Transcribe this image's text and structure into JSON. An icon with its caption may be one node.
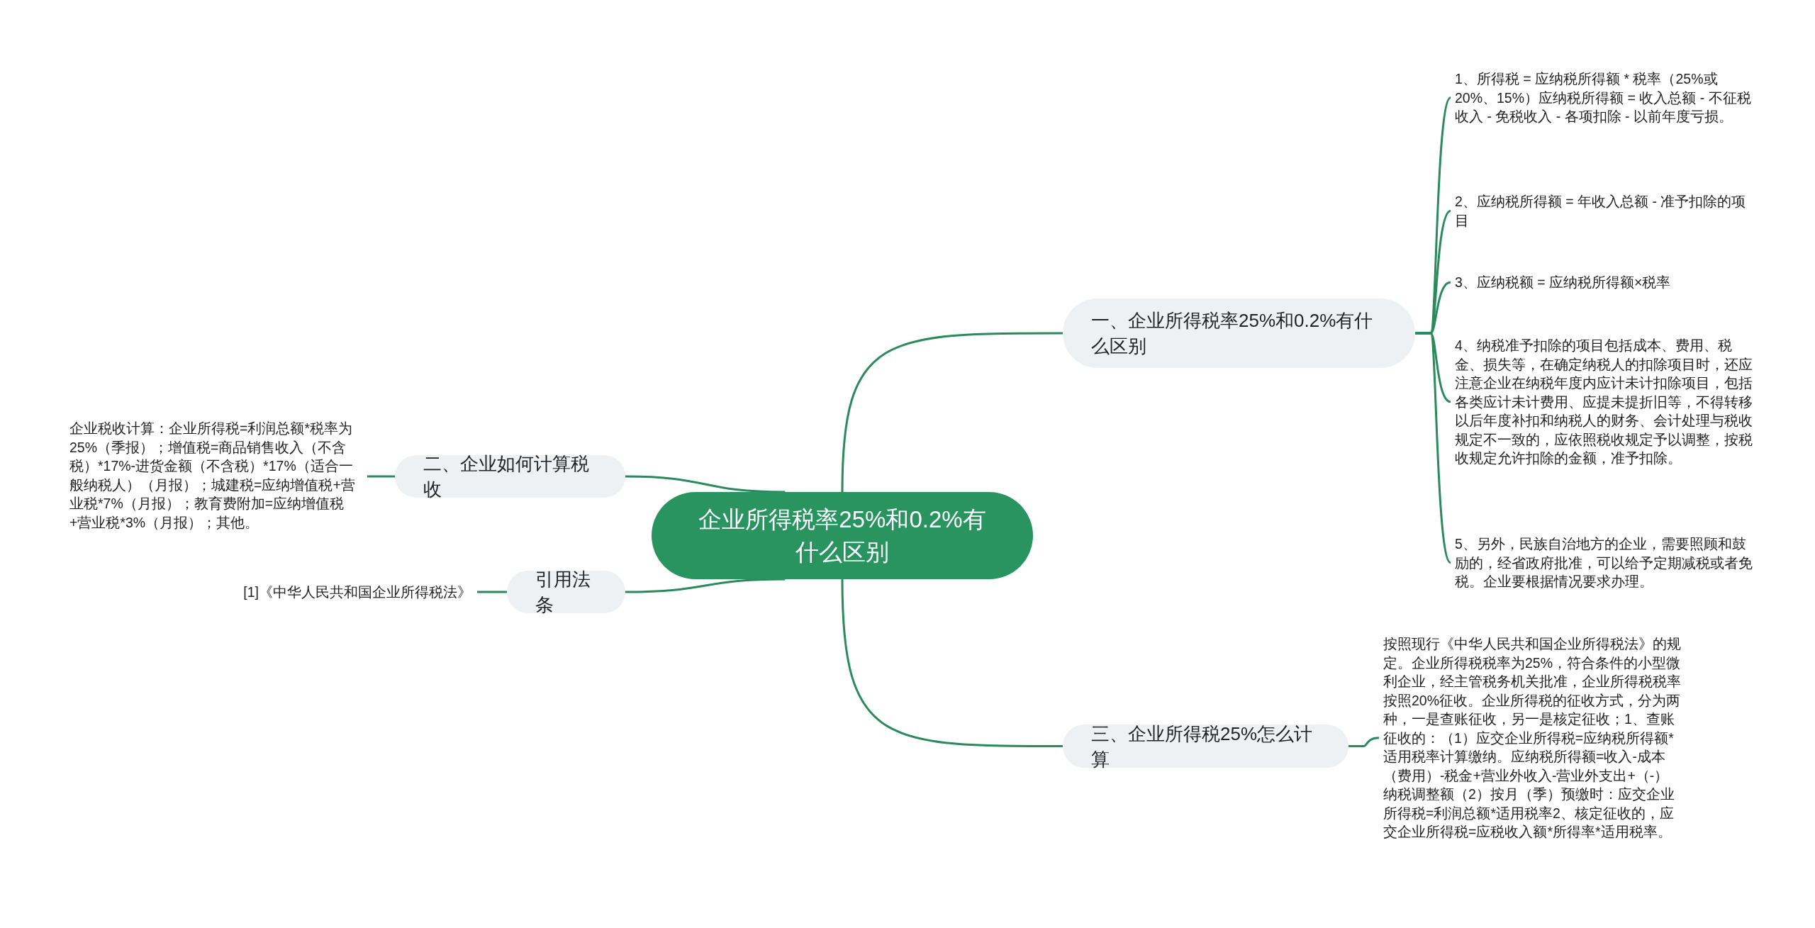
{
  "diagram": {
    "nodes": [
      {
        "text": [
          "企业所得税率25%和0.2%有什么区别"
        ]
      },
      {
        "text": [
          "一、企业所得税率25%和0.2%有什么区别"
        ]
      },
      {
        "text": [
          "1、所得税 = 应纳税所得额 * 税率（25%或20%、15%）应纳税所得额 = 收入总额 - 不征税收入 - 免税收入 - 各项扣除 - 以前年度亏损。"
        ]
      },
      {
        "text": [
          "2、应纳税所得额 = 年收入总额 - 准予扣除的项目"
        ]
      },
      {
        "text": [
          "3、应纳税额 = 应纳税所得额×税率"
        ]
      },
      {
        "text": [
          "4、纳税准予扣除的项目包括成本、费用、税金、损失等，在确定纳税人的扣除项目时，还应注意企业在纳税年度内应计未计扣除项目，包括各类应计未计费用、应提未提折旧等，不得转移以后年度补扣和纳税人的财务、会计处理与税收规定不一致的，应依照税收规定予以调整，按税收规定允许扣除的金额，准予扣除。"
        ]
      },
      {
        "text": [
          "5、另外，民族自治地方的企业，需要照顾和鼓励的，经省政府批准，可以给予定期减税或者免税。企业要根据情况要求办理。"
        ]
      },
      {
        "text": [
          "二、企业如何计算税收"
        ]
      },
      {
        "text": [
          "企业税收计算：企业所得税=利润总额*税率为25%（季报）；增值税=商品销售收入（不含税）*17%-进货金额（不含税）*17%（适合一般纳税人）（月报）；城建税=应纳增值税+营业税*7%（月报）；教育费附加=应纳增值税+营业税*3%（月报）；其他。"
        ]
      },
      {
        "text": [
          "引用法条"
        ]
      },
      {
        "text": [
          "[1]《中华人民共和国企业所得税法》"
        ]
      },
      {
        "text": [
          "三、企业所得税25%怎么计算"
        ]
      },
      {
        "text": [
          "按照现行《中华人民共和国企业所得税法》的规定。企业所得税税率为25%，符合条件的小型微利企业，经主管税务机关批准，企业所得税税率按照20%征收。企业所得税的征收方式，分为两种，一是查账征收，另一是核定征收；1、查账征收的：（1）应交企业所得税=应纳税所得额*适用税率计算缴纳。应纳税所得额=收入-成本（费用）-税金+营业外收入-营业外支出+（-）纳税调整额（2）按月（季）预缴时：应交企业所得税=利润总额*适用税率2、核定征收的，应交企业所得税=应税收入额*所得率*适用税率。"
        ]
      }
    ],
    "edges": [
      {
        "from": 0,
        "to": 1,
        "arrow": "none"
      },
      {
        "from": 1,
        "to": 2,
        "arrow": "none"
      },
      {
        "from": 1,
        "to": 3,
        "arrow": "none"
      },
      {
        "from": 1,
        "to": 4,
        "arrow": "none"
      },
      {
        "from": 1,
        "to": 5,
        "arrow": "none"
      },
      {
        "from": 1,
        "to": 6,
        "arrow": "none"
      },
      {
        "from": 0,
        "to": 7,
        "arrow": "none"
      },
      {
        "from": 7,
        "to": 8,
        "arrow": "none"
      },
      {
        "from": 0,
        "to": 9,
        "arrow": "none"
      },
      {
        "from": 9,
        "to": 10,
        "arrow": "none"
      },
      {
        "from": 0,
        "to": 11,
        "arrow": "none"
      },
      {
        "from": 11,
        "to": 12,
        "arrow": "none"
      }
    ]
  }
}
